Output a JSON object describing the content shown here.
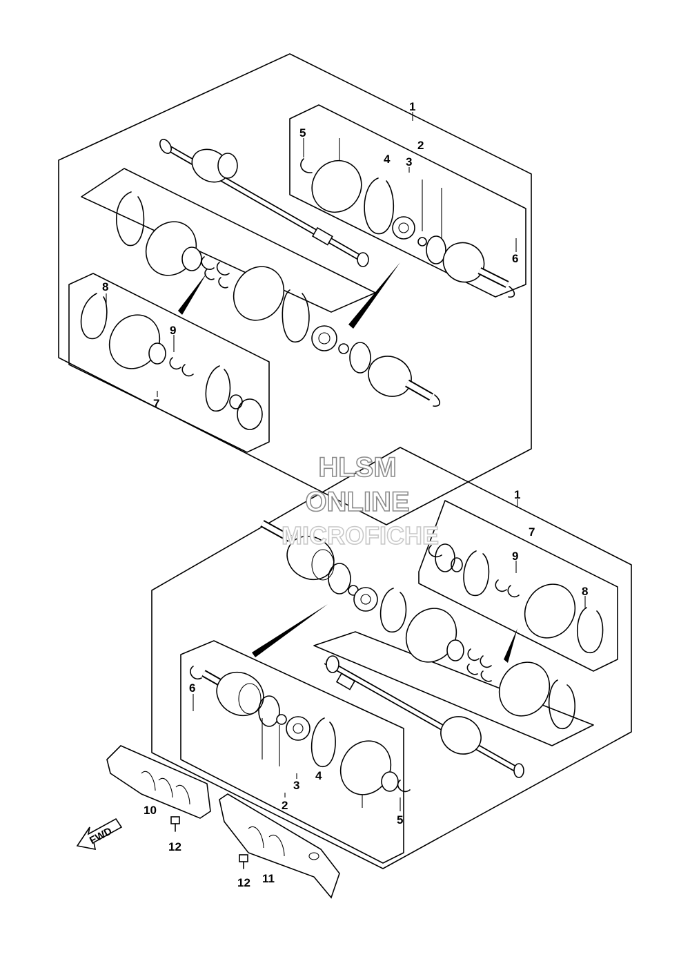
{
  "watermark": {
    "line1": "HLSM",
    "line2": "ONLINE",
    "line3": "MICROFICHE"
  },
  "direction_label": "FWD",
  "upper_assembly": {
    "callouts": {
      "c1": "1",
      "c2": "2",
      "c3": "3",
      "c4": "4",
      "c5": "5",
      "c6": "6",
      "c7": "7",
      "c8": "8",
      "c9": "9"
    }
  },
  "lower_assembly": {
    "callouts": {
      "c1": "1",
      "c2": "2",
      "c3": "3",
      "c4": "4",
      "c5": "5",
      "c6": "6",
      "c7": "7",
      "c8": "8",
      "c9": "9",
      "c10": "10",
      "c11": "11",
      "c12a": "12",
      "c12b": "12"
    }
  }
}
